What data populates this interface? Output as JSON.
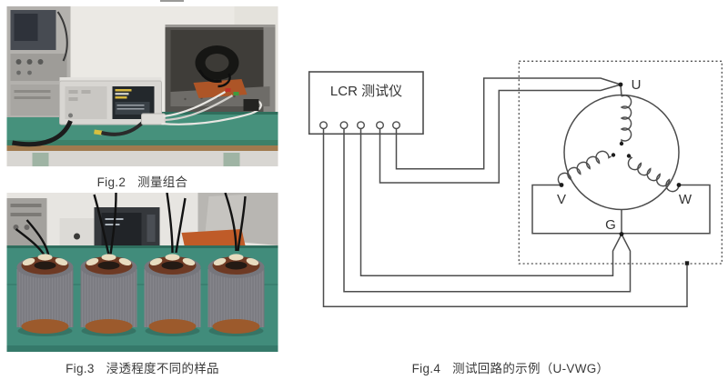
{
  "figures": {
    "fig2": {
      "label": "Fig.2",
      "title": "测量组合"
    },
    "fig3": {
      "label": "Fig.3",
      "title": "浸透程度不同的样品"
    },
    "fig4": {
      "label": "Fig.4",
      "title": "测试回路的示例（U-VWG）"
    }
  },
  "diagram": {
    "instrument_label": "LCR 测试仪",
    "terminal_count": 5,
    "motor_terminals": {
      "u": "U",
      "v": "V",
      "w": "W",
      "g": "G"
    },
    "colors": {
      "line": "#4d4d4d",
      "dot": "#1c1c1c",
      "text": "#333333"
    }
  },
  "photo_colors": {
    "bench_green": "#46917c",
    "copper_winding": "#9c5a2c",
    "orange_mat": "#bf5b28",
    "wall": "#ebe9e4"
  }
}
